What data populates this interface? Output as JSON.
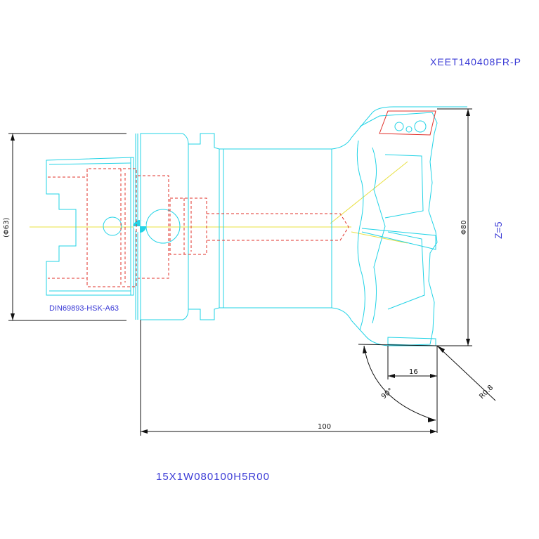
{
  "labels": {
    "insert_code": "XEET140408FR-P",
    "holder_standard": "DIN69893-HSK-A63",
    "tool_code": "15X1W080100H5R00",
    "teeth": "Z=5"
  },
  "dimensions": {
    "shank_diameter": "(Φ63)",
    "cutter_diameter": "Φ80",
    "overall_length": "100",
    "insert_width": "16",
    "corner_radius": "R0.8",
    "lead_angle": "90°"
  },
  "colors": {
    "outline": "#22d3e6",
    "hidden": "#e0302a",
    "dimension": "#111111",
    "label": "#3b3bd6",
    "centerline": "#e8e040"
  }
}
